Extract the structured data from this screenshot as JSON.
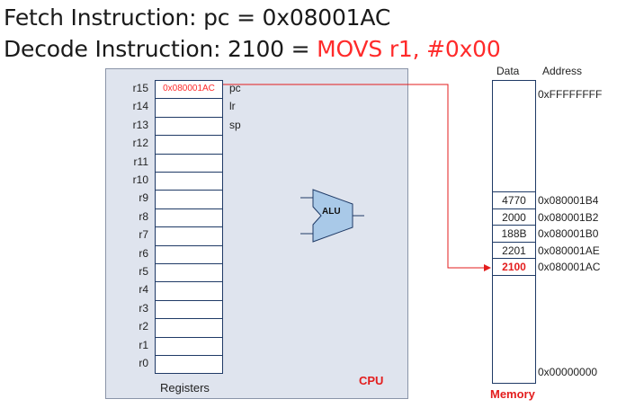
{
  "title": {
    "line1": "Fetch Instruction: pc = 0x08001AC",
    "line2_prefix": "Decode Instruction: 2100 = ",
    "line2_highlight": "MOVS r1, #0x00"
  },
  "cpu": {
    "label": "CPU",
    "registers_label": "Registers",
    "alu_label": "ALU",
    "registers": [
      {
        "name": "r15",
        "value": "0x080001AC",
        "alias": "pc"
      },
      {
        "name": "r14",
        "value": "",
        "alias": "lr"
      },
      {
        "name": "r13",
        "value": "",
        "alias": "sp"
      },
      {
        "name": "r12",
        "value": "",
        "alias": ""
      },
      {
        "name": "r11",
        "value": "",
        "alias": ""
      },
      {
        "name": "r10",
        "value": "",
        "alias": ""
      },
      {
        "name": "r9",
        "value": "",
        "alias": ""
      },
      {
        "name": "r8",
        "value": "",
        "alias": ""
      },
      {
        "name": "r7",
        "value": "",
        "alias": ""
      },
      {
        "name": "r6",
        "value": "",
        "alias": ""
      },
      {
        "name": "r5",
        "value": "",
        "alias": ""
      },
      {
        "name": "r4",
        "value": "",
        "alias": ""
      },
      {
        "name": "r3",
        "value": "",
        "alias": ""
      },
      {
        "name": "r2",
        "value": "",
        "alias": ""
      },
      {
        "name": "r1",
        "value": "",
        "alias": ""
      },
      {
        "name": "r0",
        "value": "",
        "alias": ""
      }
    ]
  },
  "memory": {
    "label": "Memory",
    "data_header": "Data",
    "address_header": "Address",
    "top_address": "0xFFFFFFFF",
    "bottom_address": "0x00000000",
    "cells": [
      {
        "data": "4770",
        "address": "0x080001B4",
        "active": false
      },
      {
        "data": "2000",
        "address": "0x080001B2",
        "active": false
      },
      {
        "data": "188B",
        "address": "0x080001B0",
        "active": false
      },
      {
        "data": "2201",
        "address": "0x080001AE",
        "active": false
      },
      {
        "data": "2100",
        "address": "0x080001AC",
        "active": true
      }
    ]
  },
  "colors": {
    "highlight": "#ff2a2a",
    "label_red": "#e31d1d",
    "cpu_fill": "#dfe4ee",
    "alu_fill": "#a9c9e8",
    "outline": "#1f3a66"
  }
}
